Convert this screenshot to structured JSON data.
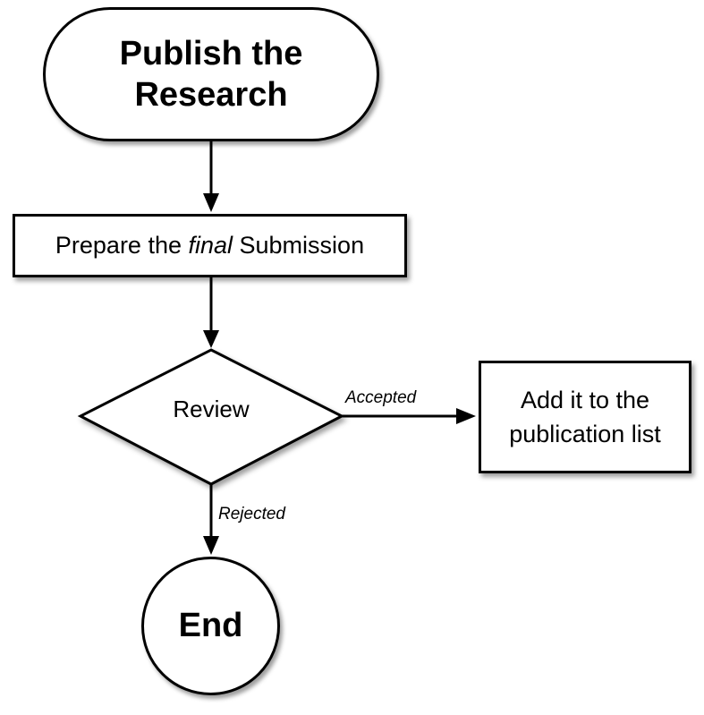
{
  "nodes": {
    "start": {
      "line1": "Publish the",
      "line2": "Research"
    },
    "prepare": {
      "before": "Prepare the ",
      "emphasis": "final",
      "after": " Submission"
    },
    "review": {
      "label": "Review"
    },
    "add": {
      "line1": "Add it to the",
      "line2": "publication list"
    },
    "end": {
      "label": "End"
    }
  },
  "edges": {
    "accepted_label": "Accepted",
    "rejected_label": "Rejected"
  }
}
